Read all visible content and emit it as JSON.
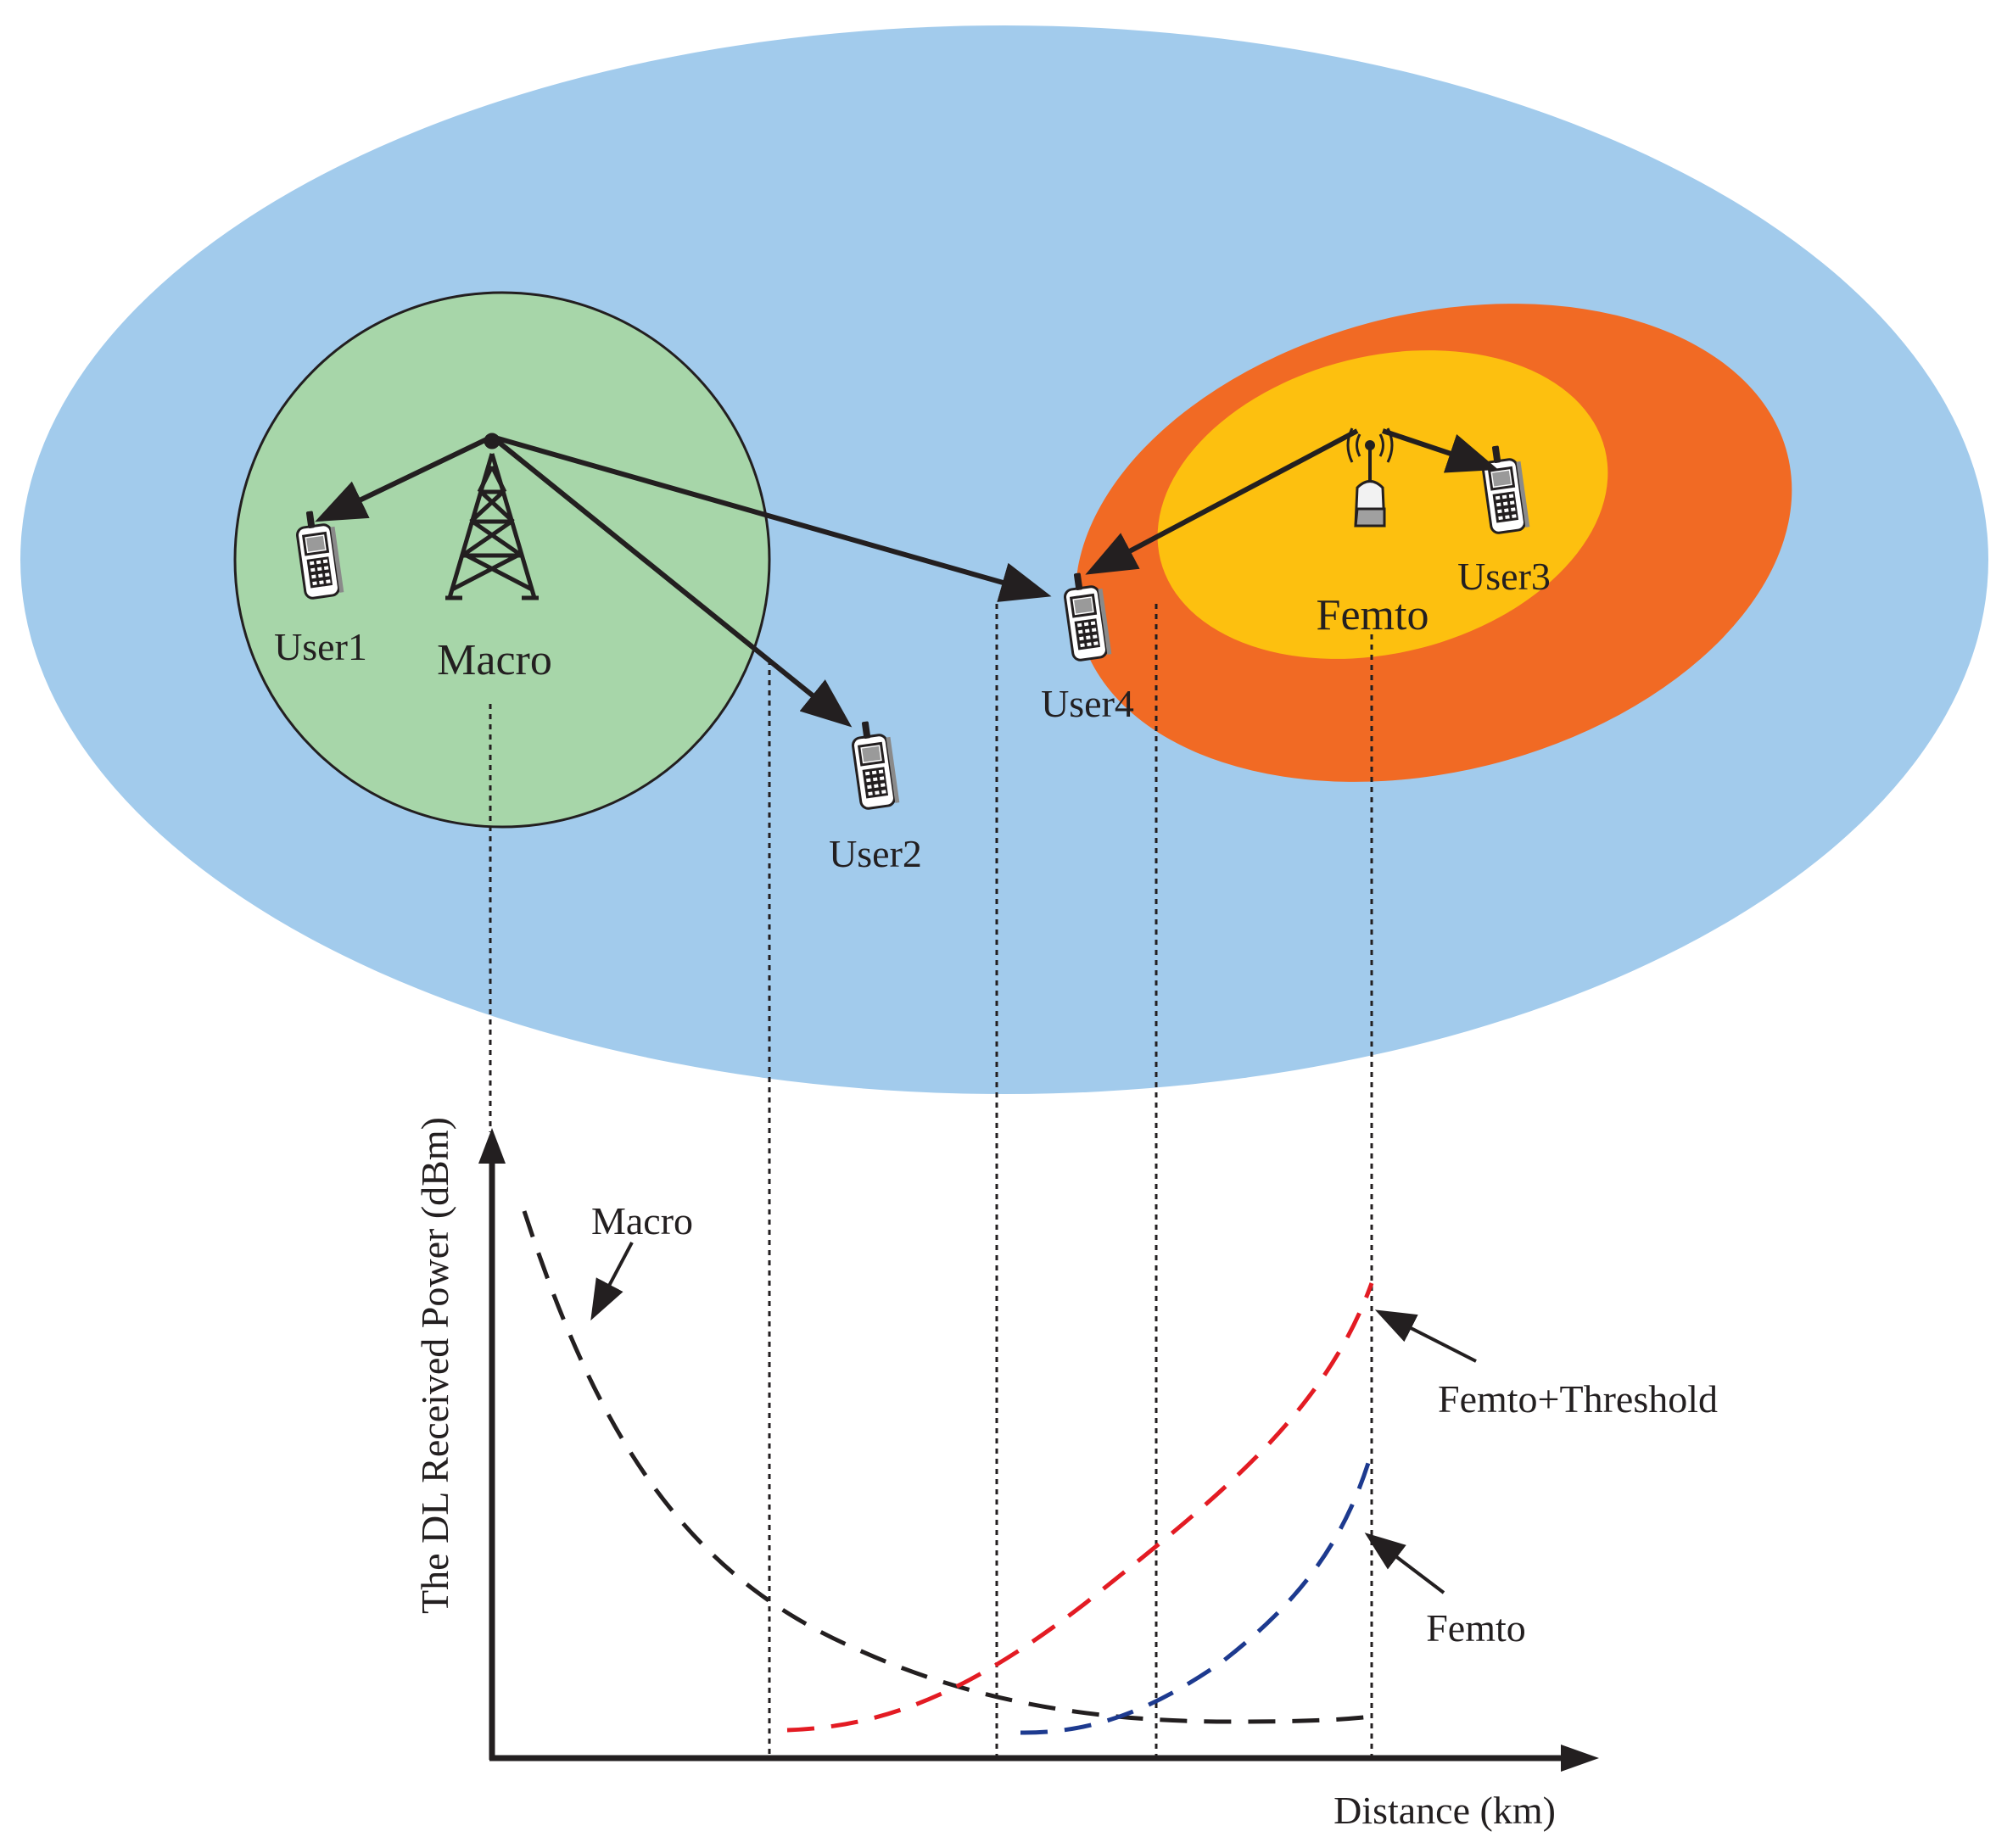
{
  "colors": {
    "macro_area": "#a2cbec",
    "macro_cell": "#a7d6a9",
    "femto_outer": "#f16a24",
    "femto_inner": "#fdc00f",
    "macro_curve": "#231f20",
    "femto_threshold_curve": "#e31b23",
    "femto_curve": "#1d3a8f"
  },
  "labels": {
    "user1": "User1",
    "user2": "User2",
    "user3": "User3",
    "user4": "User4",
    "macro_station": "Macro",
    "femto_station": "Femto"
  },
  "icons": {
    "macro_tower": "cell-tower-icon",
    "femto_ap": "femto-access-point-icon",
    "phone": "mobile-phone-icon"
  },
  "chart_data": {
    "type": "line",
    "xlabel": "Distance (km)",
    "ylabel": "The DL Received Power (dBm)",
    "grid": false,
    "annotations": [
      "Macro",
      "Femto+Threshold",
      "Femto"
    ],
    "series": [
      {
        "name": "Macro",
        "style": "dashed"
      },
      {
        "name": "Femto+Threshold",
        "style": "dashed"
      },
      {
        "name": "Femto",
        "style": "dashed"
      }
    ]
  }
}
